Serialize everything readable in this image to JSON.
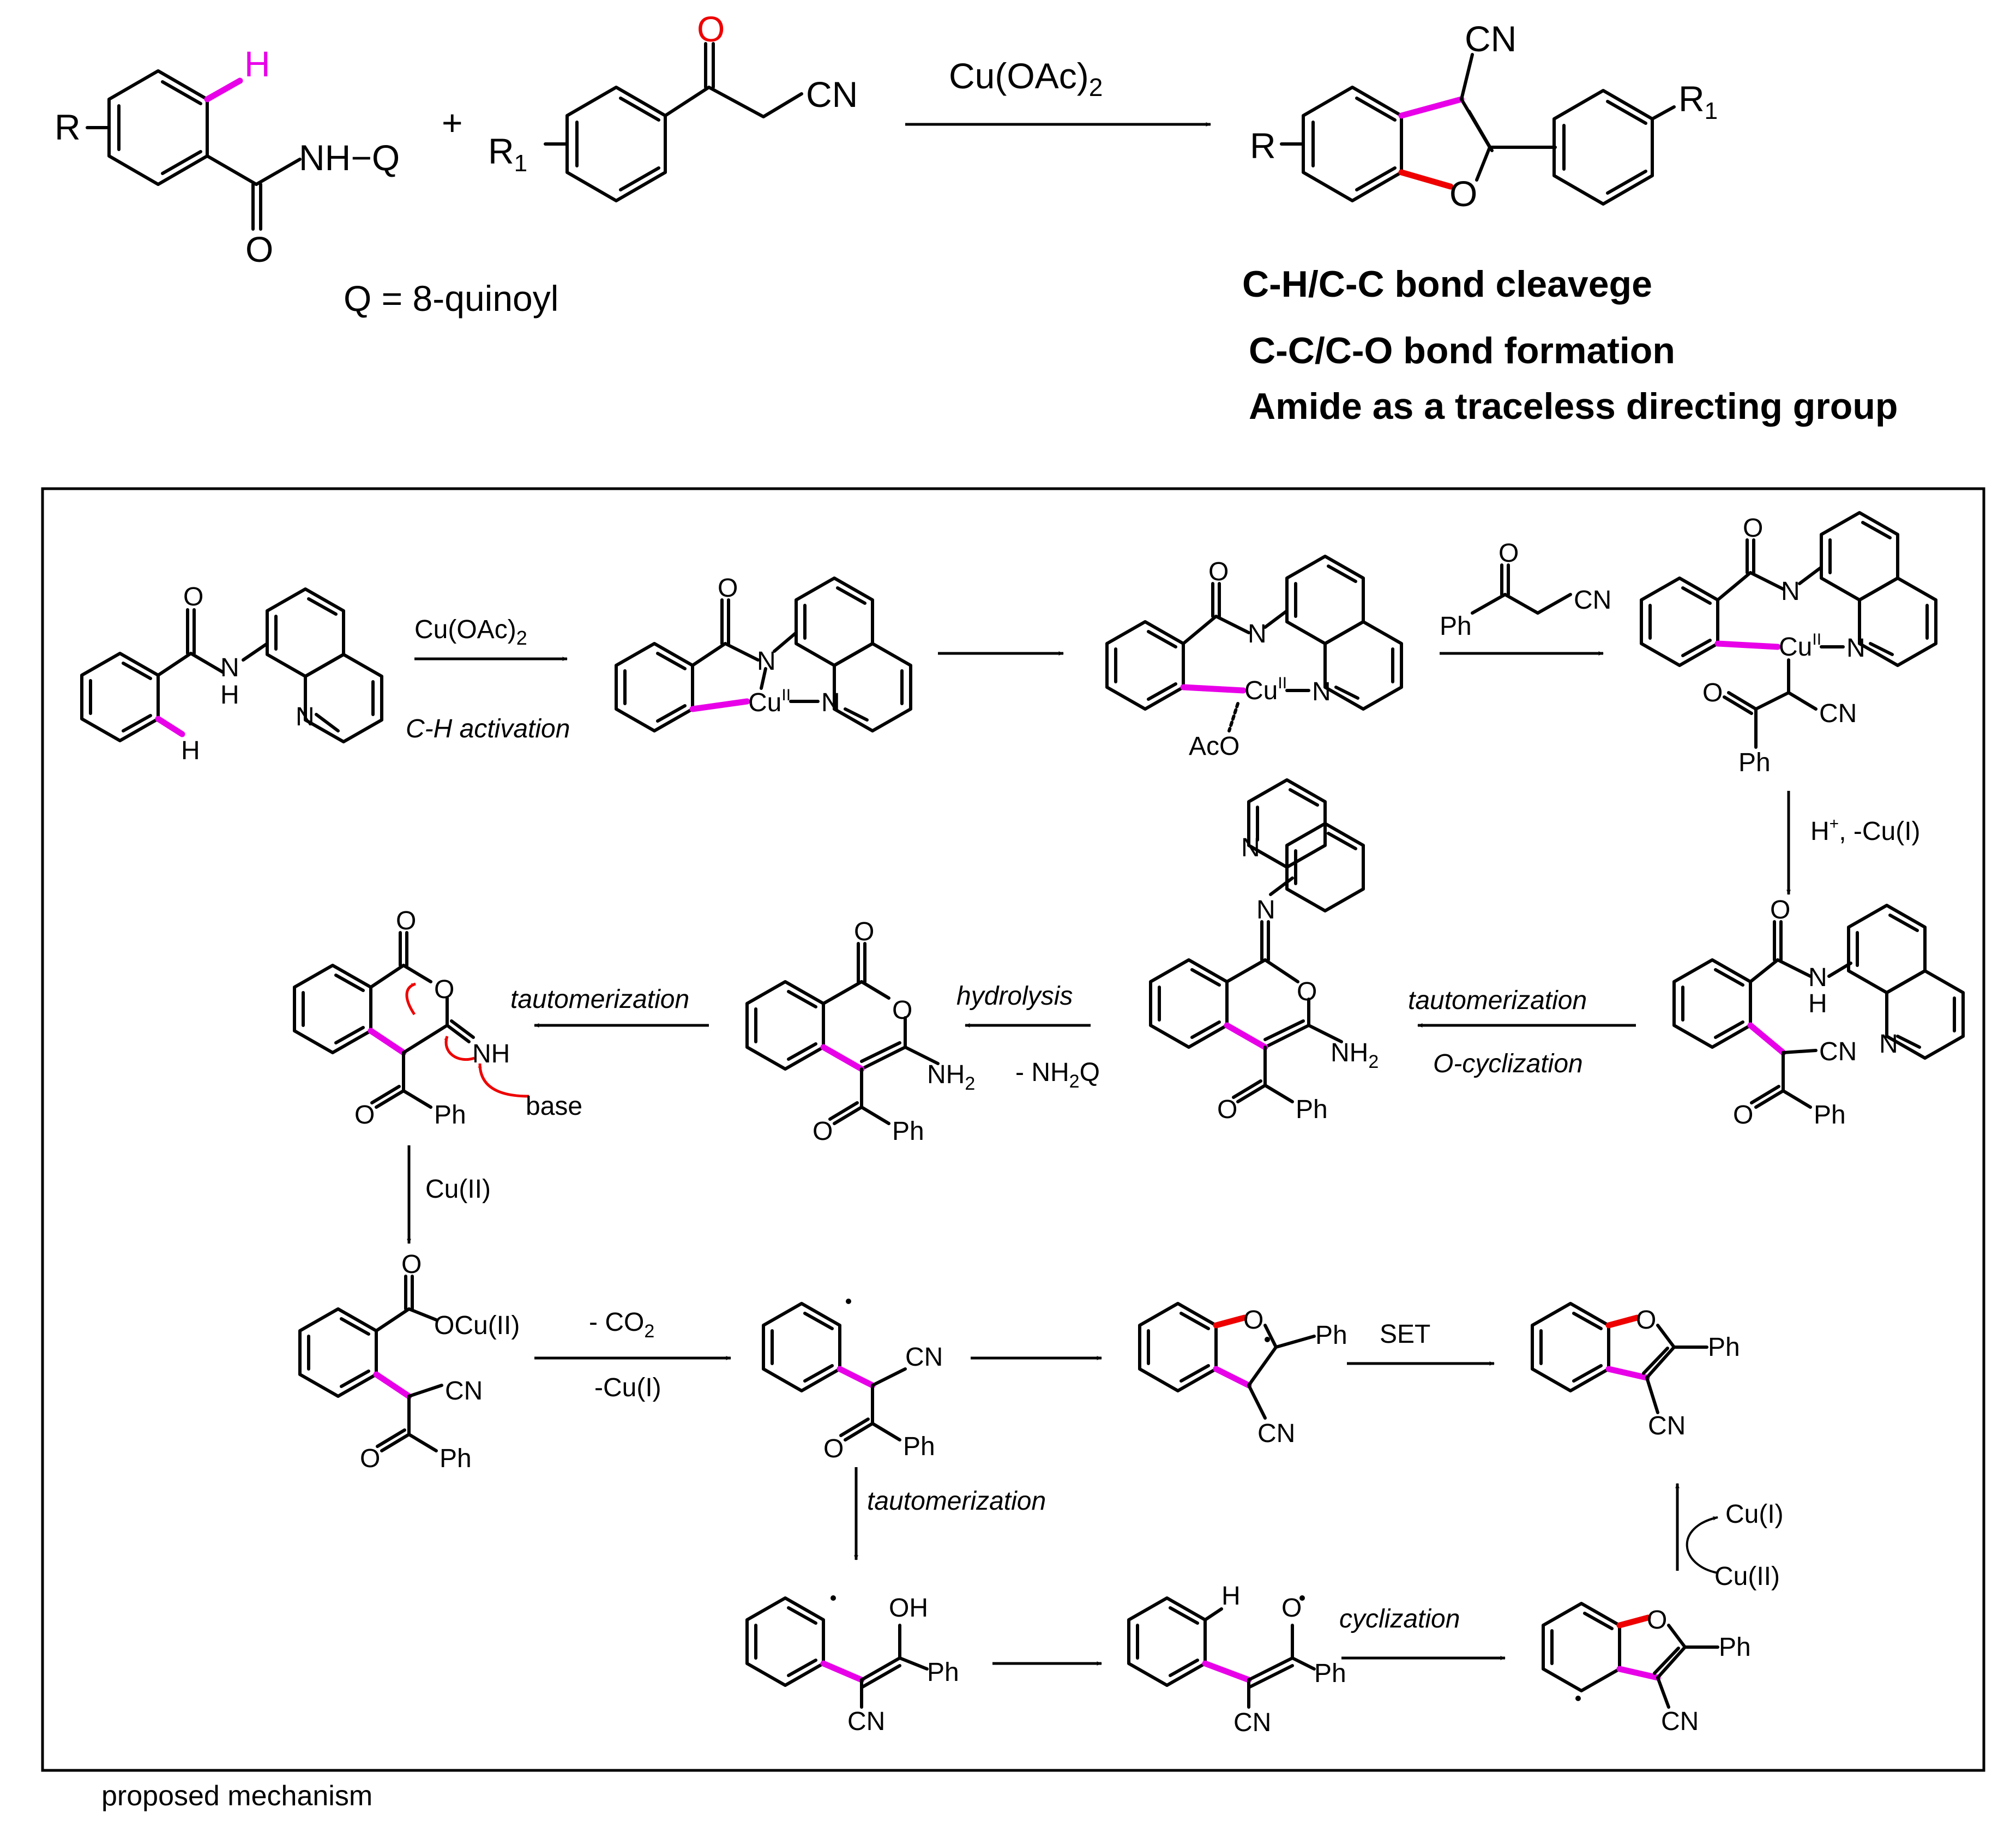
{
  "top": {
    "r_label": "R",
    "h_label": "H",
    "amide_nh": "NH−Q",
    "amide_o": "O",
    "plus": "+",
    "r1_label": "R",
    "r1_sub": "1",
    "ketone_o": "O",
    "nitrile": "CN",
    "q_definition": "Q = 8-quinoyl",
    "reagent": "Cu(OAc)",
    "reagent_sub": "2",
    "product_cn": "CN",
    "product_r": "R",
    "product_o": "O",
    "product_r1": "R",
    "product_r1_sub": "1",
    "highlights": [
      "C-H/C-C bond cleavege",
      "C-C/C-O bond formation",
      "Amide as a traceless directing group"
    ]
  },
  "mechanism": {
    "caption": "proposed mechanism",
    "step_labels": {
      "ch_activation": "C-H activation",
      "cu_oac2": "Cu(OAc)",
      "cu_oac2_sub": "2",
      "h_plus_cu": "H",
      "h_plus_sup": "+",
      "h_plus_rest": ", -Cu(I)",
      "tautomerization": "tautomerization",
      "o_cyclization": "O-cyclization",
      "hydrolysis": "hydrolysis",
      "minus_nh2q": "- NH",
      "minus_nh2q_sub": "2",
      "minus_nh2q_end": "Q",
      "cu_ii": "Cu(II)",
      "minus_co2": "- CO",
      "minus_co2_sub": "2",
      "minus_cu_i": "-Cu(I)",
      "set": "SET",
      "cyclization": "cyclization",
      "cu_i_out": "Cu(I)",
      "cu_ii_in": "Cu(II)",
      "base": "base"
    },
    "atoms": {
      "O": "O",
      "N": "N",
      "H": "H",
      "NH": "NH",
      "NH2": "NH",
      "sub2": "2",
      "Cu": "Cu",
      "CuII_sup": "II",
      "AcO": "AcO",
      "Ph": "Ph",
      "CN": "CN",
      "OH": "OH",
      "OCuII": "OCu(II)",
      "N_prime": "N"
    }
  },
  "colors": {
    "highlight_bond": "#e800e8",
    "co_bond": "#ee0000",
    "curly_arrow": "#ee0000"
  }
}
